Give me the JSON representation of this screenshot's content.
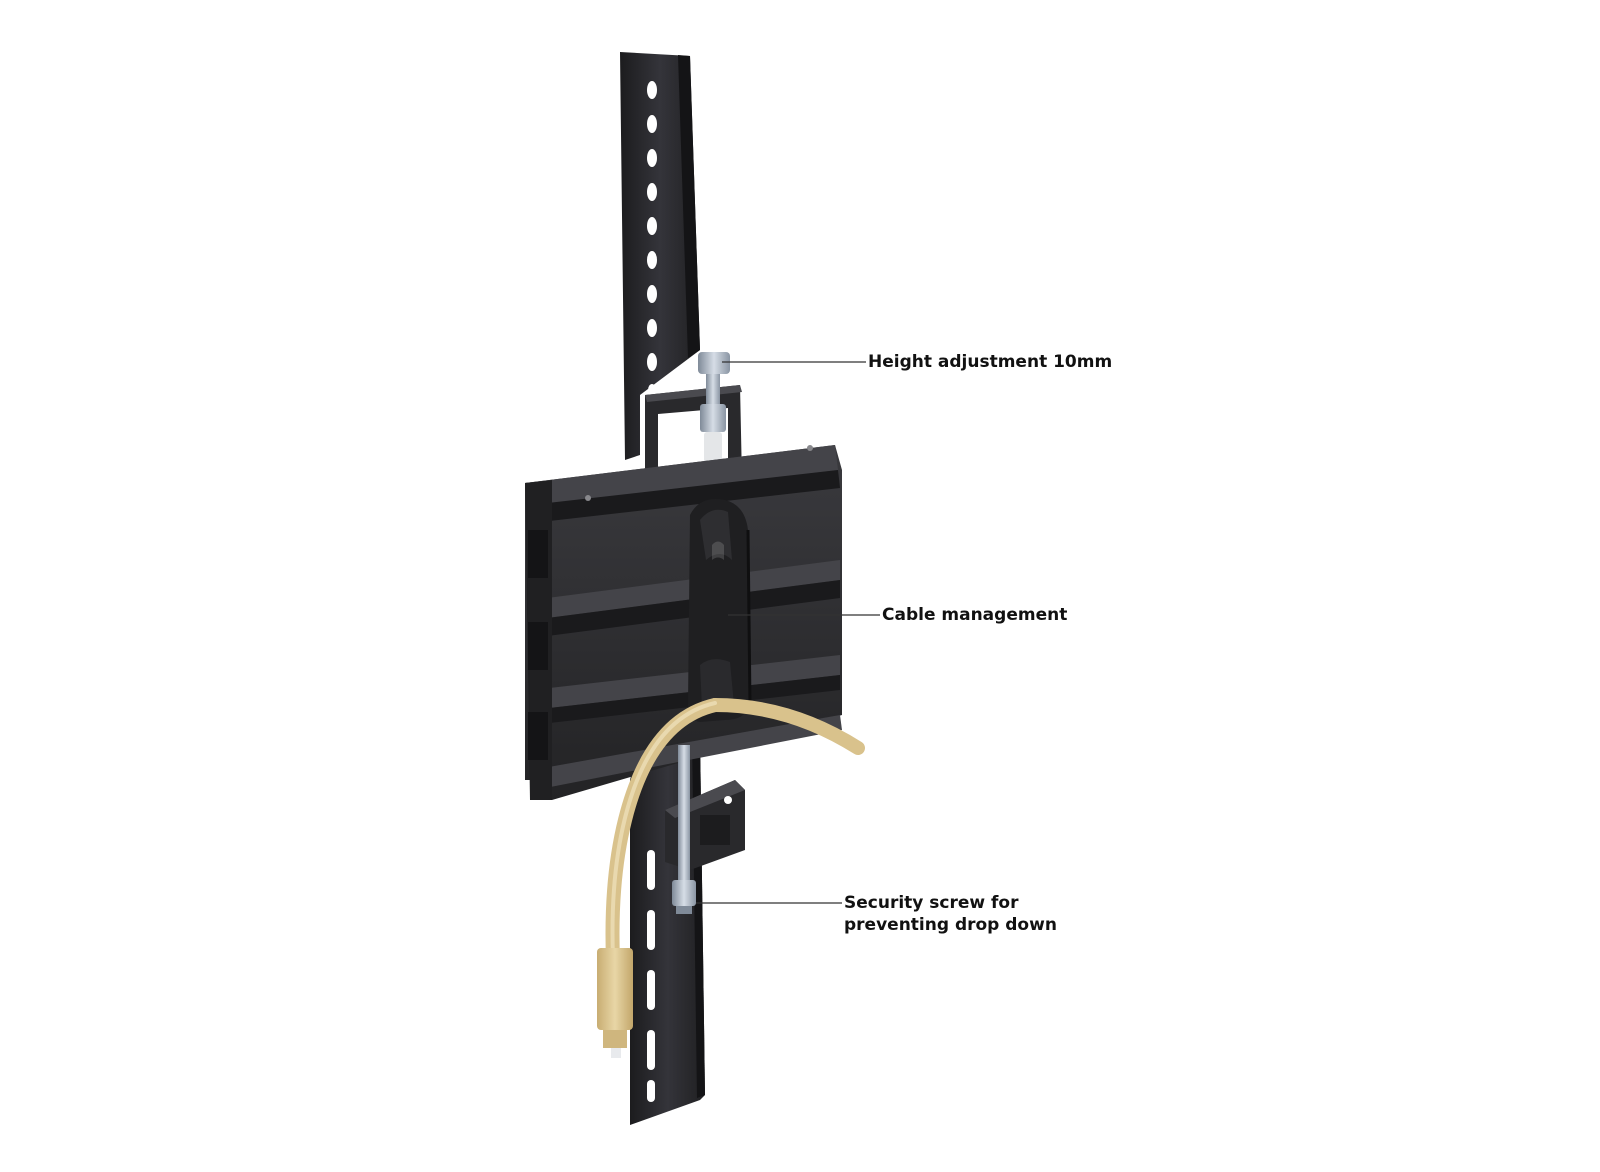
{
  "callouts": {
    "height_adjustment": {
      "line1": "Height adjustment 10mm"
    },
    "cable_management": {
      "line1": "Cable management"
    },
    "security_screw": {
      "line1": "Security screw for",
      "line2": "preventing drop down"
    }
  },
  "colors": {
    "background": "#ffffff",
    "bracket": "#2b2b2d",
    "bracket_dark": "#1a1a1c",
    "bracket_light": "#3c3c3f",
    "cable": "#d9c28c",
    "screw": "#a9b4c2",
    "leader_line": "#333333",
    "label": "#111111"
  }
}
